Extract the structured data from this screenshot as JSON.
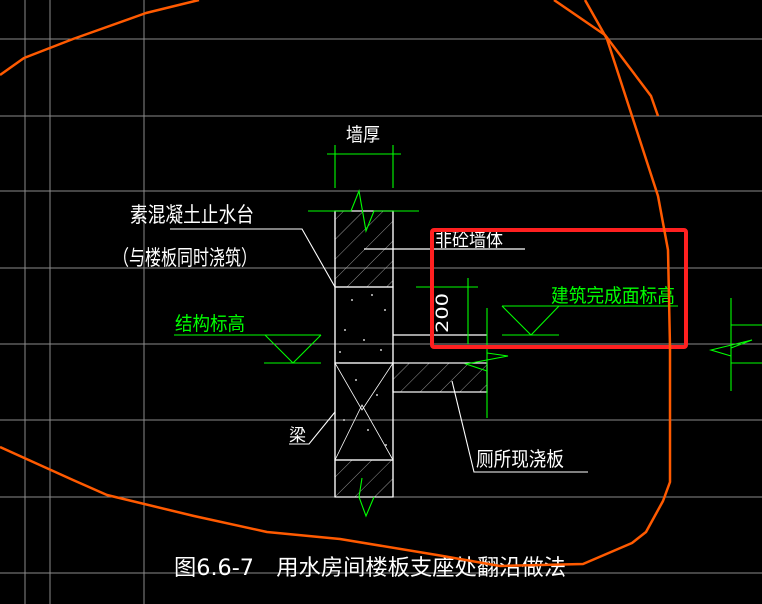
{
  "labels": {
    "wall_thickness": "墙厚",
    "waterstop_curb": "素混凝土止水台",
    "waterstop_note": "（与楼板同时浇筑）",
    "non_concrete_wall": "非砼墙体",
    "finished_elevation": "建筑完成面标高",
    "structural_elevation": "结构标高",
    "curb_height": "200",
    "beam": "梁",
    "toilet_slab": "厕所现浇板",
    "caption": "图6.6-7　用水房间楼板支座处翻沿做法"
  },
  "colors": {
    "background": "#000000",
    "grid": "#8a8a8a",
    "drawing": "#ffffff",
    "dimension": "#00ff00",
    "highlight_box": "#ff2020",
    "markup_curve": "#ff5a00"
  }
}
